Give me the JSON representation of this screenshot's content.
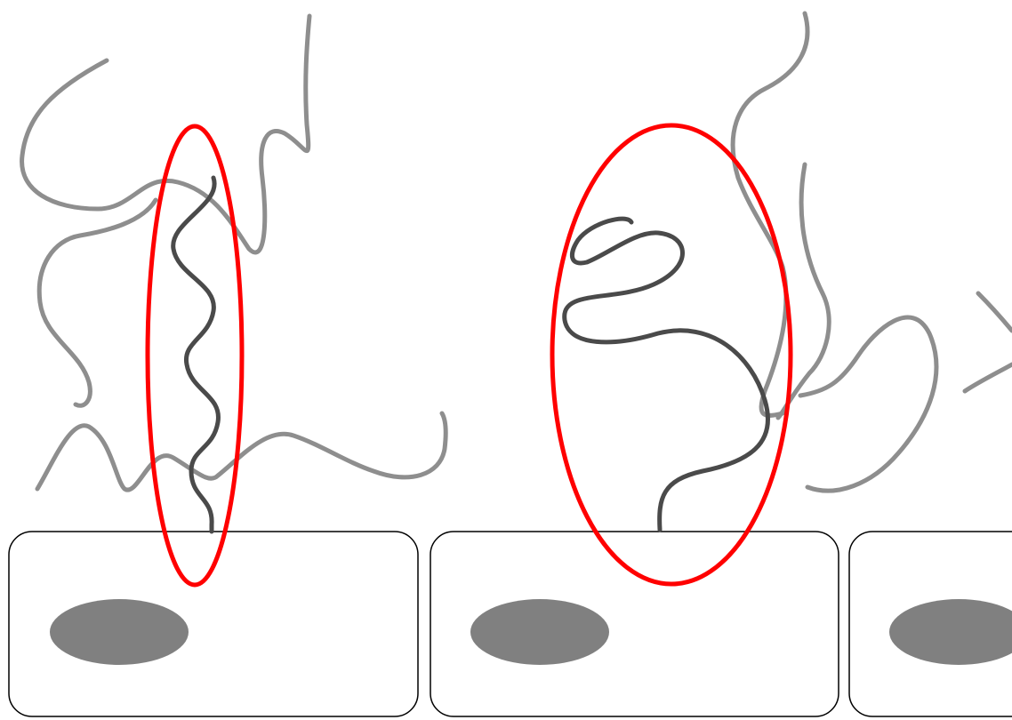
{
  "colors": {
    "background": "#ffffff",
    "background_strand": "#8e8e8e",
    "focus_strand": "#4a4a4a",
    "cell_outline": "#000000",
    "cell_fill": "#ffffff",
    "nucleus": "#808080",
    "highlight": "#ff0000"
  },
  "cells": [
    {
      "name": "cell-left",
      "nucleus": true
    },
    {
      "name": "cell-middle",
      "nucleus": true
    },
    {
      "name": "cell-right",
      "nucleus": true,
      "partially_visible": true
    }
  ],
  "focus_strands": [
    {
      "name": "wavy-extended-strand",
      "shape": "extended-wavy"
    },
    {
      "name": "coiled-folded-strand",
      "shape": "folded-coiled"
    }
  ],
  "highlights": [
    {
      "name": "narrow-ellipse-highlight",
      "encircles": "wavy-extended-strand"
    },
    {
      "name": "wide-ellipse-highlight",
      "encircles": "coiled-folded-strand"
    }
  ],
  "background_strands_count": 8
}
